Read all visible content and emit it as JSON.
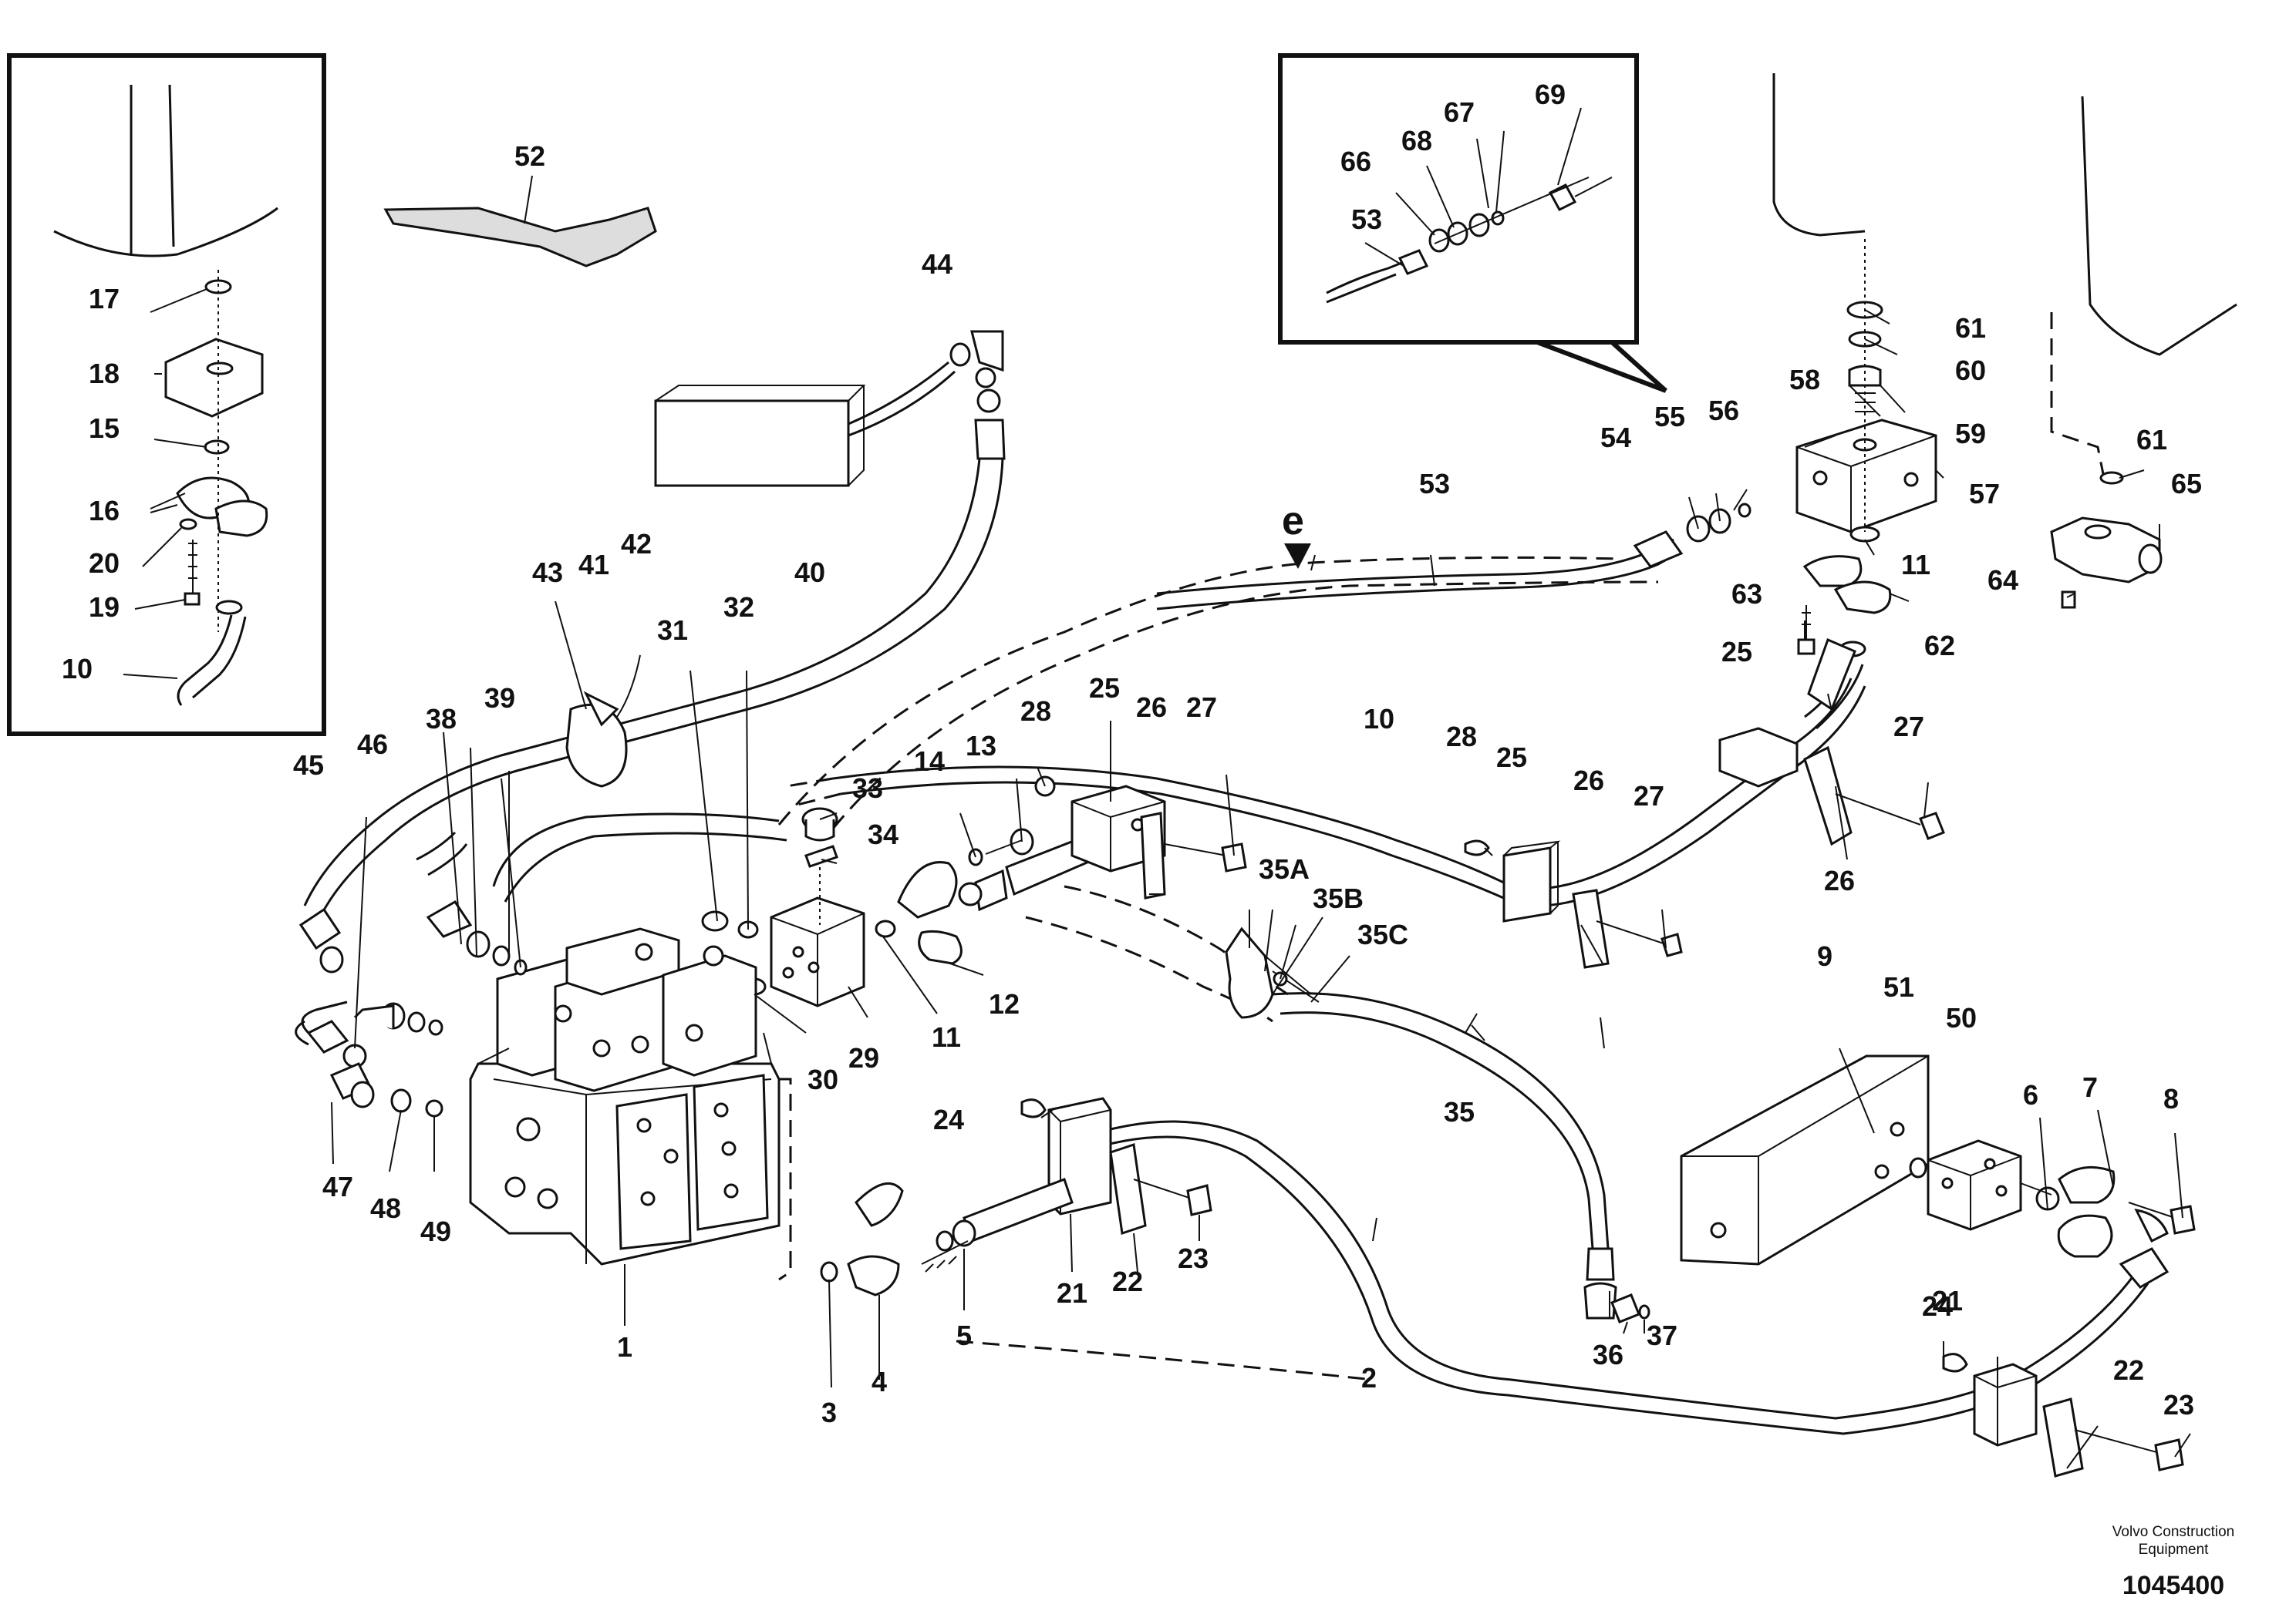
{
  "labels": {
    "p1": "1",
    "p2": "2",
    "p3": "3",
    "p4": "4",
    "p5": "5",
    "p6": "6",
    "p7": "7",
    "p8": "8",
    "p9": "9",
    "p10": "10",
    "p11": "11",
    "p12": "12",
    "p13": "13",
    "p14": "14",
    "p15": "15",
    "p16": "16",
    "p17": "17",
    "p18": "18",
    "p19": "19",
    "p20": "20",
    "p21": "21",
    "p22": "22",
    "p23": "23",
    "p24": "24",
    "p25": "25",
    "p26": "26",
    "p27": "27",
    "p28": "28",
    "p29": "29",
    "p30": "30",
    "p31": "31",
    "p32": "32",
    "p33": "33",
    "p34": "34",
    "p35": "35",
    "p35a": "35A",
    "p35b": "35B",
    "p35c": "35C",
    "p36": "36",
    "p37": "37",
    "p38": "38",
    "p39": "39",
    "p40": "40",
    "p41": "41",
    "p42": "42",
    "p43": "43",
    "p44": "44",
    "p45": "45",
    "p46": "46",
    "p47": "47",
    "p48": "48",
    "p49": "49",
    "p50": "50",
    "p51": "51",
    "p52": "52",
    "p53": "53",
    "p54": "54",
    "p55": "55",
    "p56": "56",
    "p57": "57",
    "p58": "58",
    "p59": "59",
    "p60": "60",
    "p61": "61",
    "p62": "62",
    "p63": "63",
    "p64": "64",
    "p65": "65",
    "p66": "66",
    "p67": "67",
    "p68": "68",
    "p69": "69",
    "view_e": "e"
  },
  "footer": {
    "brand_line1": "Volvo Construction",
    "brand_line2": "Equipment",
    "doc_number": "1045400"
  }
}
